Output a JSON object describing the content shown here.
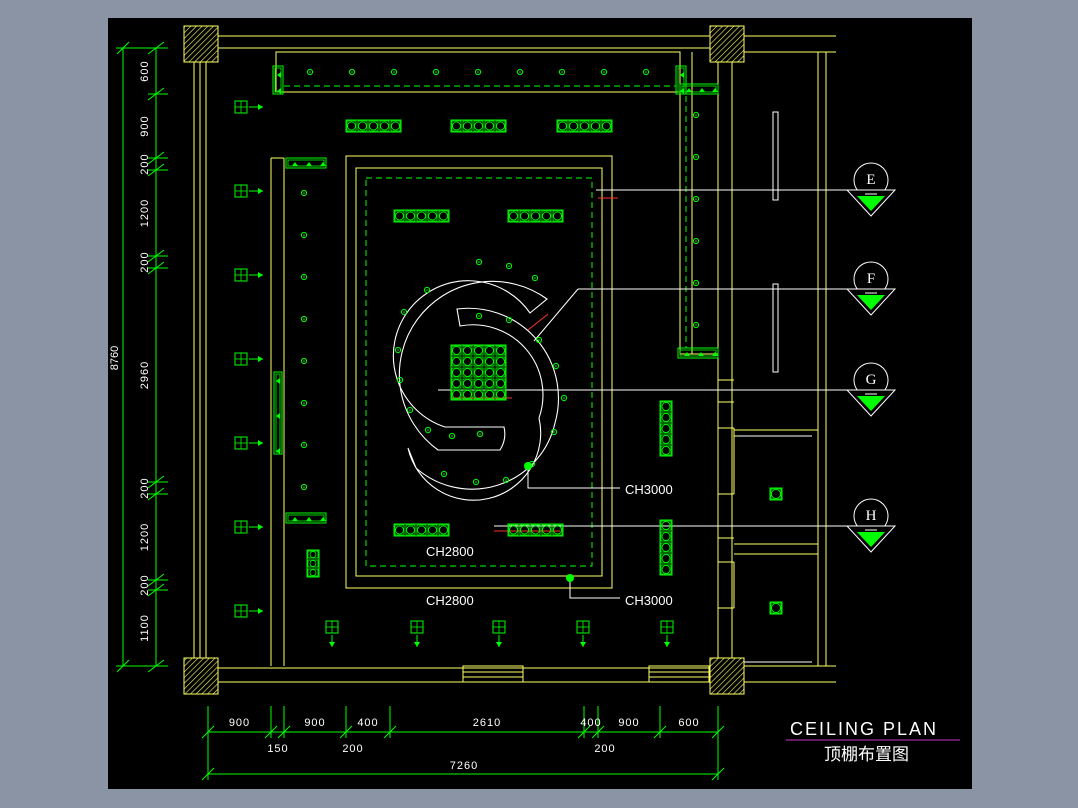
{
  "colors": {
    "background": "#000000",
    "frame": "#8a94a4",
    "line": "#ffff66",
    "fixture": "#00ff00",
    "white": "#ffffff",
    "accent": "#ff3030",
    "title_rule": "#cc33cc"
  },
  "title": {
    "english": "CEILING PLAN",
    "chinese": "顶棚布置图"
  },
  "ceiling_labels": {
    "inner": "CH2800",
    "outer": "CH2800",
    "ring": "CH3000",
    "border": "CH3000"
  },
  "section_markers": [
    "E",
    "F",
    "G",
    "H"
  ],
  "dimensions": {
    "total_height": "8760",
    "total_width": "7260",
    "vertical": [
      "600",
      "900",
      "200",
      "1200",
      "200",
      "2960",
      "200",
      "1200",
      "200",
      "1100"
    ],
    "horizontal_top": [
      "900",
      "900",
      "400",
      "2610",
      "400",
      "900",
      "600"
    ],
    "horizontal_mid": [
      "150",
      "200",
      "200"
    ]
  }
}
